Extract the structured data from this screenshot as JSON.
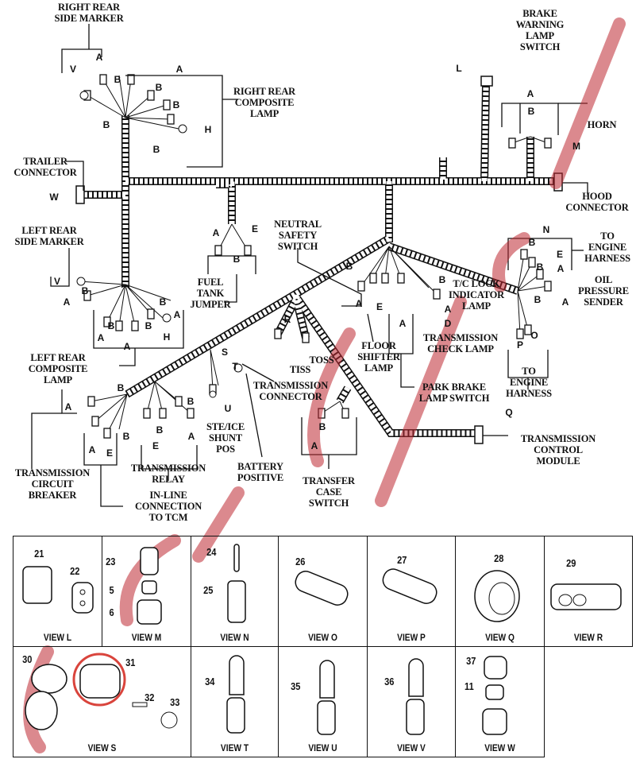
{
  "labels": {
    "right_rear_side_marker": "RIGHT REAR\nSIDE MARKER",
    "right_rear_composite_lamp": "RIGHT REAR\nCOMPOSITE\nLAMP",
    "brake_warning_lamp_switch": "BRAKE\nWARNING\nLAMP\nSWITCH",
    "horn": "HORN",
    "hood_connector": "HOOD\nCONNECTOR",
    "trailer_connector": "TRAILER\nCONNECTOR",
    "left_rear_side_marker": "LEFT REAR\nSIDE MARKER",
    "fuel_tank_jumper": "FUEL\nTANK\nJUMPER",
    "neutral_safety_switch": "NEUTRAL\nSAFETY\nSWITCH",
    "to_engine_harness_top": "TO\nENGINE\nHARNESS",
    "oil_pressure_sender": "OIL\nPRESSURE\nSENDER",
    "tc_lock_indicator_lamp": "T/C LOCK\nINDICATOR\nLAMP",
    "transmission_check_lamp": "TRANSMISSION\nCHECK LAMP",
    "floor_shifter_lamp": "FLOOR\nSHIFTER\nLAMP",
    "to_engine_harness_bottom": "TO\nENGINE\nHARNESS",
    "park_brake_lamp_switch": "PARK BRAKE\nLAMP SWITCH",
    "left_rear_composite_lamp": "LEFT REAR\nCOMPOSITE\nLAMP",
    "toss": "TOSS",
    "tiss": "TISS",
    "transmission_connector": "TRANSMISSION\nCONNECTOR",
    "ste_ice_shunt_pos": "STE/ICE\nSHUNT\nPOS",
    "battery_positive": "BATTERY\nPOSITIVE",
    "transmission_relay": "TRANSMISSION\nRELAY",
    "transmission_circuit_breaker": "TRANSMISSION\nCIRCUIT\nBREAKER",
    "in_line_connection_to_tcm": "IN-LINE\nCONNECTION\nTO TCM",
    "transfer_case_switch": "TRANSFER\nCASE\nSWITCH",
    "transmission_control_module": "TRANSMISSION\nCONTROL\nMODULE"
  },
  "callouts": [
    "A",
    "V",
    "B",
    "A",
    "B",
    "B",
    "B",
    "H",
    "B",
    "L",
    "A",
    "B",
    "M",
    "W",
    "A",
    "E",
    "B",
    "V",
    "B",
    "A",
    "B",
    "A",
    "B",
    "B",
    "A",
    "A",
    "H",
    "B",
    "N",
    "B",
    "E",
    "B",
    "A",
    "A",
    "B",
    "O",
    "P",
    "B",
    "A",
    "D",
    "A",
    "E",
    "A",
    "R",
    "S",
    "T",
    "U",
    "B",
    "A",
    "Q",
    "B",
    "A",
    "B",
    "A",
    "E",
    "B",
    "B",
    "A",
    "E"
  ],
  "views": [
    {
      "label": "VIEW L",
      "parts": [
        "21",
        "22"
      ]
    },
    {
      "label": "VIEW M",
      "parts": [
        "23",
        "5",
        "6"
      ]
    },
    {
      "label": "VIEW N",
      "parts": [
        "24",
        "25"
      ]
    },
    {
      "label": "VIEW O",
      "parts": [
        "26"
      ]
    },
    {
      "label": "VIEW P",
      "parts": [
        "27"
      ]
    },
    {
      "label": "VIEW Q",
      "parts": [
        "28"
      ]
    },
    {
      "label": "VIEW R",
      "parts": [
        "29"
      ]
    },
    {
      "label": "VIEW S",
      "parts": [
        "30",
        "31",
        "32",
        "33"
      ]
    },
    {
      "label": "VIEW T",
      "parts": [
        "34"
      ]
    },
    {
      "label": "VIEW U",
      "parts": [
        "35"
      ]
    },
    {
      "label": "VIEW V",
      "parts": [
        "36"
      ]
    },
    {
      "label": "VIEW W",
      "parts": [
        "37",
        "11"
      ]
    }
  ],
  "colors": {
    "line": "#111111",
    "watermark": "#be2832",
    "highlight": "#d9443c"
  }
}
